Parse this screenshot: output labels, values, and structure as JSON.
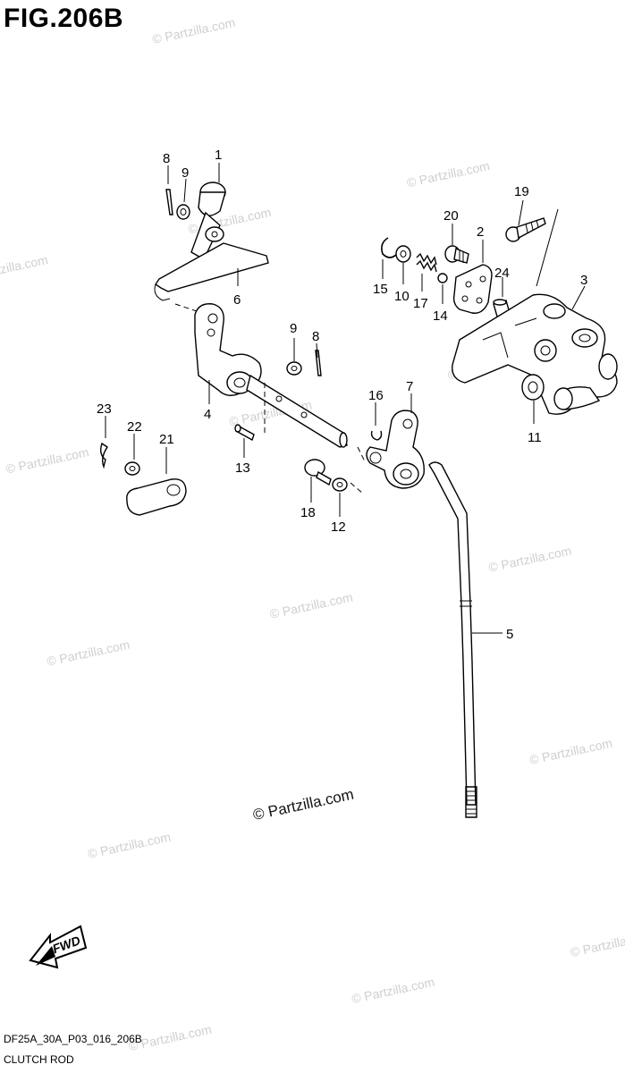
{
  "figure": {
    "title": "FIG.206B",
    "code": "DF25A_30A_P03_016_206B",
    "name": "CLUTCH ROD"
  },
  "watermark": {
    "text": "© Partzilla.com",
    "center_text": "© Partzilla.com"
  },
  "direction_badge": {
    "label": "FWD"
  },
  "callouts": {
    "p1": "1",
    "p2": "2",
    "p3": "3",
    "p4": "4",
    "p5": "5",
    "p6": "6",
    "p7": "7",
    "p8a": "8",
    "p8b": "8",
    "p9a": "9",
    "p9b": "9",
    "p10": "10",
    "p11": "11",
    "p12": "12",
    "p13": "13",
    "p14": "14",
    "p15": "15",
    "p16": "16",
    "p17": "17",
    "p18": "18",
    "p19": "19",
    "p20": "20",
    "p21": "21",
    "p22": "22",
    "p23": "23",
    "p24": "24"
  },
  "colors": {
    "line": "#000000",
    "watermark": "#cfcfcf",
    "background": "#ffffff"
  }
}
